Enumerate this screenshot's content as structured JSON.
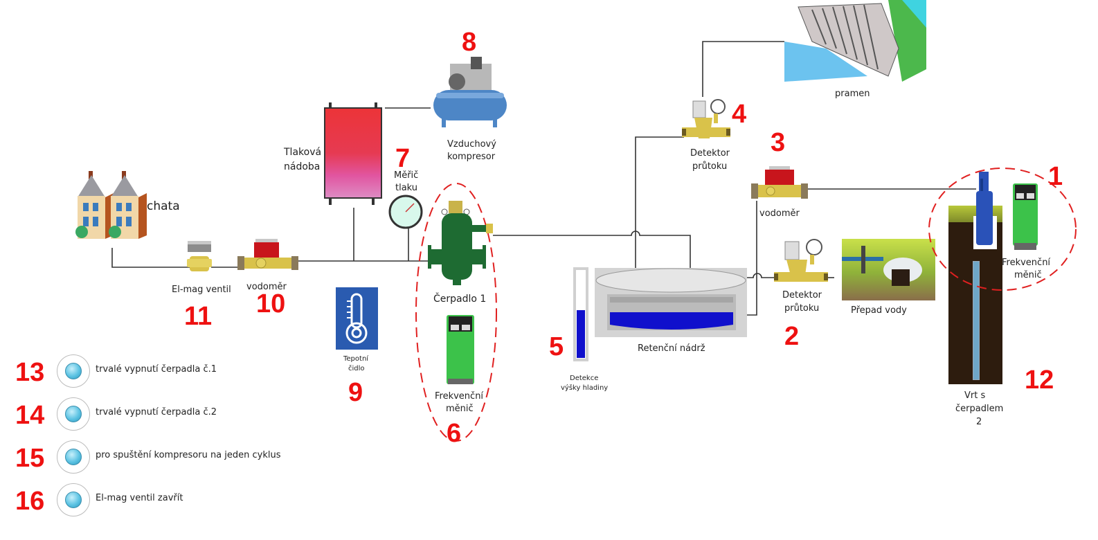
{
  "diagram": {
    "components": {
      "c1": {
        "number": "1",
        "label_line1": "Frekvenční",
        "label_line2": "měnič"
      },
      "c2": {
        "number": "2",
        "label_line1": "Detektor",
        "label_line2": "průtoku"
      },
      "c3": {
        "number": "3",
        "label_line1": "vodoměr"
      },
      "c4": {
        "number": "4",
        "label_line1": "Detektor",
        "label_line2": "průtoku"
      },
      "c5": {
        "number": "5",
        "label_line1": "Detekce",
        "label_line2": "výšky hladiny",
        "level_fraction": 0.55
      },
      "c6": {
        "number": "6",
        "label_line1": "Frekvenční",
        "label_line2": "měnič"
      },
      "c7": {
        "number": "7",
        "label_line1": "Měřič",
        "label_line2": "tlaku"
      },
      "c8": {
        "number": "8",
        "label_line1": "Vzduchový",
        "label_line2": "kompresor"
      },
      "c9": {
        "number": "9",
        "label_line1": "Tepotní",
        "label_line2": "čidlo"
      },
      "c10": {
        "number": "10",
        "label_line1": "vodoměr"
      },
      "c11": {
        "number": "11",
        "label_line1": "El-mag ventil"
      },
      "c12": {
        "number": "12",
        "label_line1": "Vrt s",
        "label_line2": "čerpadlem",
        "label_line3": "2"
      }
    },
    "pump1_label": "Čerpadlo 1",
    "tank_label": "Retenční nádrž",
    "tank_level_fraction": 0.6,
    "pressure_vessel_label_line1": "Tlaková",
    "pressure_vessel_label_line2": "nádoba",
    "house_label": "chata",
    "spring_label": "pramen",
    "overflow_label": "Přepad vody"
  },
  "legend": [
    {
      "number": "13",
      "text": "trvalé vypnutí čerpadla č.1"
    },
    {
      "number": "14",
      "text": "trvalé vypnutí čerpadla č.2"
    },
    {
      "number": "15",
      "text": "pro spuštění kompresoru na jeden cyklus"
    },
    {
      "number": "16",
      "text": "El-mag ventil zavřít"
    }
  ],
  "colors": {
    "number_red": "#ee1111",
    "pipe": "#333333",
    "water_blue": "#1010cc",
    "pump_green": "#1e6b32",
    "inverter_green": "#3cc24a",
    "vessel_red": "#e8343a",
    "vessel_pink": "#e07ab8"
  }
}
